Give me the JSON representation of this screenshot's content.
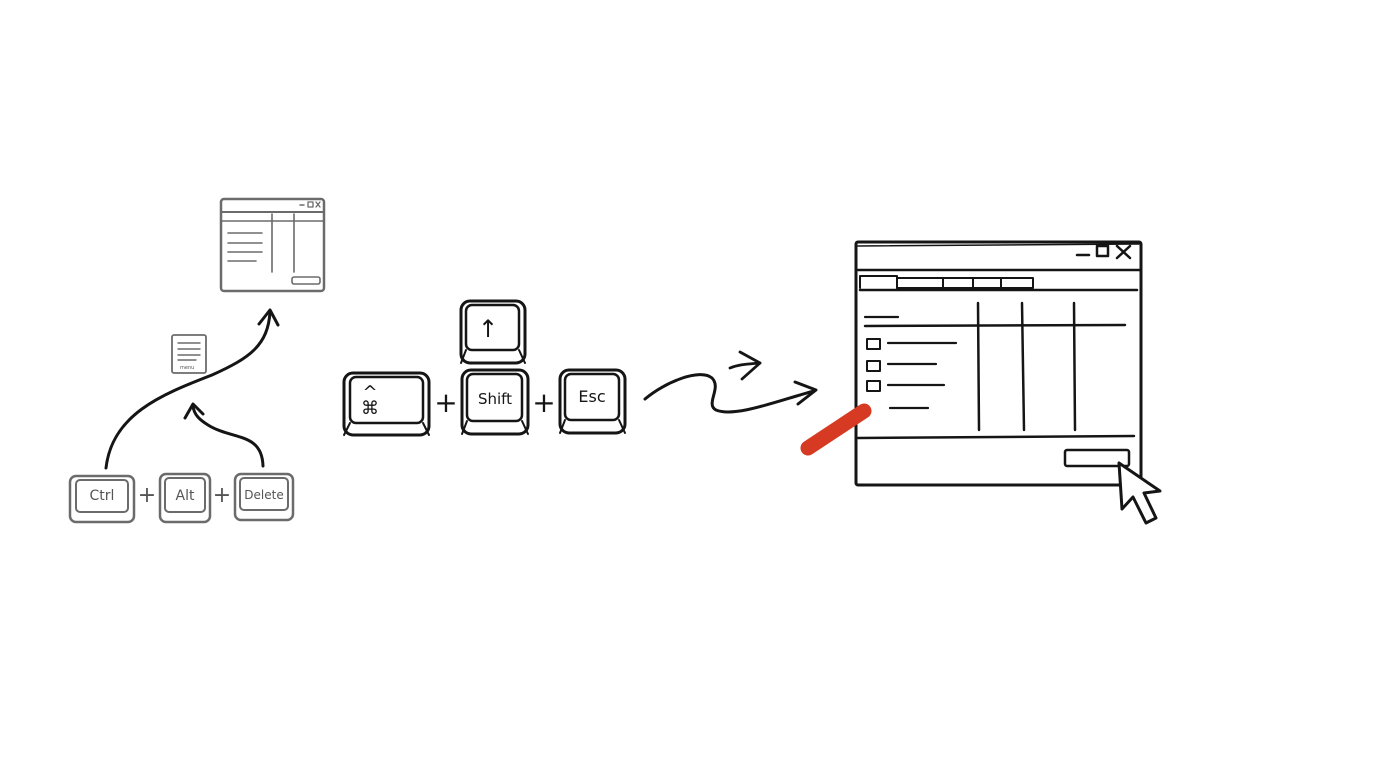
{
  "left_group": {
    "keys": [
      "Ctrl",
      "Alt",
      "Delete"
    ],
    "plus": "+",
    "note_icon_text": "menu"
  },
  "middle_group": {
    "command_symbol": "⌘",
    "control_symbol": "^",
    "shift_label": "Shift",
    "shift_arrow": "↑",
    "esc_label": "Esc",
    "plus": "+"
  },
  "colors": {
    "ink": "#151515",
    "faint_ink": "#6b6b6b",
    "accent_red": "#d63a22"
  },
  "icons": {
    "window_controls": [
      "minimize-icon",
      "maximize-icon",
      "close-icon"
    ],
    "cursor": "mouse-pointer-icon"
  }
}
